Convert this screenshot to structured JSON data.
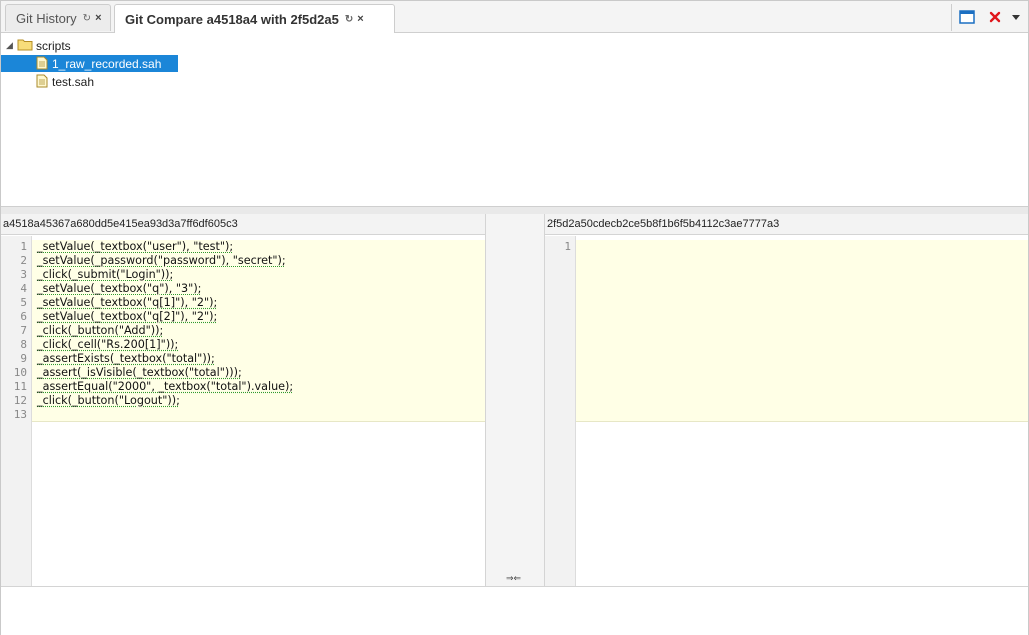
{
  "tabs": [
    {
      "label": "Git History",
      "active": false
    },
    {
      "label": "Git Compare a4518a4 with 2f5d2a5",
      "active": true
    }
  ],
  "tab_refresh_glyph": "↻",
  "tab_close_glyph": "×",
  "toolbar": {
    "maximize_icon": "window-icon",
    "close_icon": "red-x-icon",
    "menu_icon": "dropdown-arrow-icon",
    "close_color": "#e0161b",
    "accent_color": "#1b86d8"
  },
  "tree": {
    "folder": {
      "label": "scripts",
      "expanded": true
    },
    "files": [
      {
        "label": "1_raw_recorded.sah",
        "selected": true
      },
      {
        "label": "test.sah",
        "selected": false
      }
    ]
  },
  "compare": {
    "left": {
      "commit": "a4518a45367a680dd5e415ea93d3a7ff6df605c3",
      "lines": [
        "_setValue(_textbox(\"user\"), \"test\");",
        "_setValue(_password(\"password\"), \"secret\");",
        "_click(_submit(\"Login\"));",
        "_setValue(_textbox(\"q\"), \"3\");",
        "_setValue(_textbox(\"q[1]\"), \"2\");",
        "_setValue(_textbox(\"q[2]\"), \"2\");",
        "_click(_button(\"Add\"));",
        "_click(_cell(\"Rs.200[1]\"));",
        "_assertExists(_textbox(\"total\"));",
        "_assert(_isVisible(_textbox(\"total\")));",
        "_assertEqual(\"2000\", _textbox(\"total\").value);",
        "_click(_button(\"Logout\"));",
        ""
      ],
      "line_numbers": [
        "1",
        "2",
        "3",
        "4",
        "5",
        "6",
        "7",
        "8",
        "9",
        "10",
        "11",
        "12",
        "13"
      ]
    },
    "right": {
      "commit": "2f5d2a50cdecb2ce5b8f1b6f5b4112c3ae7777a3",
      "line_numbers": [
        "1"
      ]
    },
    "center_glyph": "⇒⇐",
    "highlight_color": "#ffffe6"
  }
}
